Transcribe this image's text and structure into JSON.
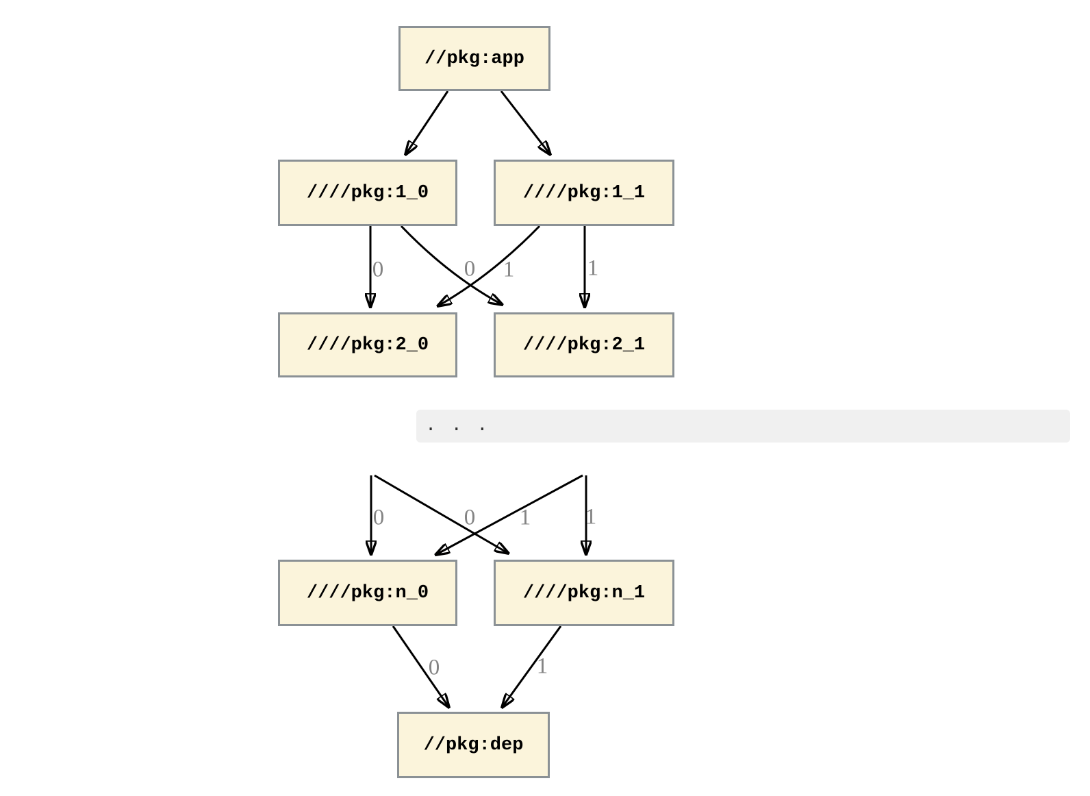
{
  "diagram": {
    "nodes": {
      "app": {
        "label": "//pkg:app"
      },
      "l1_0": {
        "label": "////pkg:1_0"
      },
      "l1_1": {
        "label": "////pkg:1_1"
      },
      "l2_0": {
        "label": "////pkg:2_0"
      },
      "l2_1": {
        "label": "////pkg:2_1"
      },
      "ln_0": {
        "label": "////pkg:n_0"
      },
      "ln_1": {
        "label": "////pkg:n_1"
      },
      "dep": {
        "label": "//pkg:dep"
      }
    },
    "separator": {
      "label": ". . ."
    },
    "edges": [
      {
        "from": "//pkg:app",
        "to": "////pkg:1_0",
        "label": ""
      },
      {
        "from": "//pkg:app",
        "to": "////pkg:1_1",
        "label": ""
      },
      {
        "from": "////pkg:1_0",
        "to": "////pkg:2_0",
        "label": "0"
      },
      {
        "from": "////pkg:1_0",
        "to": "////pkg:2_1",
        "label": "0"
      },
      {
        "from": "////pkg:1_1",
        "to": "////pkg:2_0",
        "label": "1"
      },
      {
        "from": "////pkg:1_1",
        "to": "////pkg:2_1",
        "label": "1"
      },
      {
        "from": "...",
        "to": "////pkg:n_0",
        "label": "0"
      },
      {
        "from": "...",
        "to": "////pkg:n_1",
        "label": "0"
      },
      {
        "from": "...",
        "to": "////pkg:n_0",
        "label": "1"
      },
      {
        "from": "...",
        "to": "////pkg:n_1",
        "label": "1"
      },
      {
        "from": "////pkg:n_0",
        "to": "//pkg:dep",
        "label": "0"
      },
      {
        "from": "////pkg:n_1",
        "to": "//pkg:dep",
        "label": "1"
      }
    ]
  },
  "colors": {
    "node_fill": "#fbf4db",
    "node_border": "#8b9195",
    "edge": "#000000",
    "edge_label": "#848484",
    "separator_bg": "#f0f0f0",
    "dots": "#2f2f2f"
  }
}
